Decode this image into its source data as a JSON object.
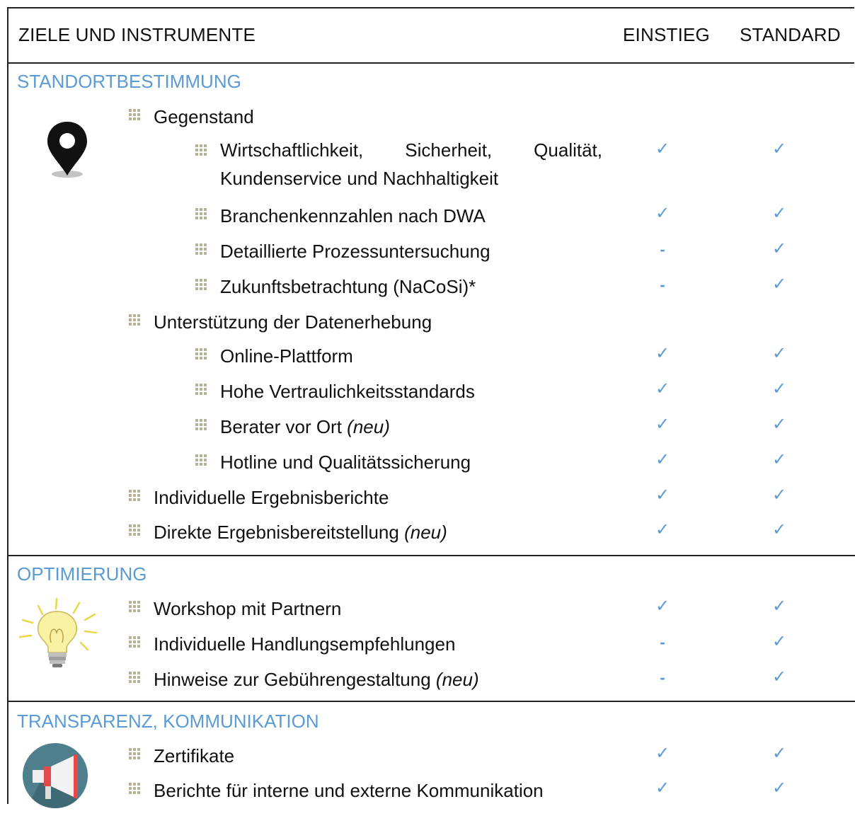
{
  "header": {
    "col_title": "ZIELE UND INSTRUMENTE",
    "col_einstieg": "EINSTIEG",
    "col_standard": "STANDARD"
  },
  "sections": {
    "standort": "STANDORTBESTIMMUNG",
    "optimierung": "OPTIMIERUNG",
    "transparenz": "TRANSPARENZ, KOMMUNIKATION"
  },
  "rows": {
    "gegenstand": "Gegenstand",
    "wirtschaft_a": "Wirtschaftlichkeit,",
    "wirtschaft_b": "Sicherheit,",
    "wirtschaft_c": "Qualität,",
    "wirtschaft_d": "Kundenservice und Nachhaltigkeit",
    "branchen": "Branchenkennzahlen nach DWA",
    "prozess": "Detaillierte Prozessuntersuchung",
    "zukunft": "Zukunftsbetrachtung (NaCoSi)*",
    "unterstuetzung": "Unterstützung der Datenerhebung",
    "online": "Online-Plattform",
    "vertraulich": "Hohe Vertraulichkeitsstandards",
    "berater": "Berater vor Ort ",
    "berater_neu": "(neu)",
    "hotline": "Hotline und Qualitätssicherung",
    "berichte_ind": "Individuelle Ergebnisberichte",
    "direkt": "Direkte Ergebnisbereitstellung ",
    "direkt_neu": "(neu)",
    "workshop": "Workshop mit Partnern",
    "handlung": "Individuelle Handlungsempfehlungen",
    "gebuehren": "Hinweise zur Gebührengestaltung ",
    "gebuehren_neu": "(neu)",
    "zertifikate": "Zertifikate",
    "kommunikation": "Berichte für interne und externe Kommunikation"
  },
  "marks": {
    "check": "✓",
    "dash": "-"
  },
  "icons": {
    "standort": "map-pin-icon",
    "optimierung": "lightbulb-icon",
    "transparenz": "megaphone-icon"
  },
  "colors": {
    "accent": "#5b9bd5",
    "bullet": "#b6b29a"
  }
}
